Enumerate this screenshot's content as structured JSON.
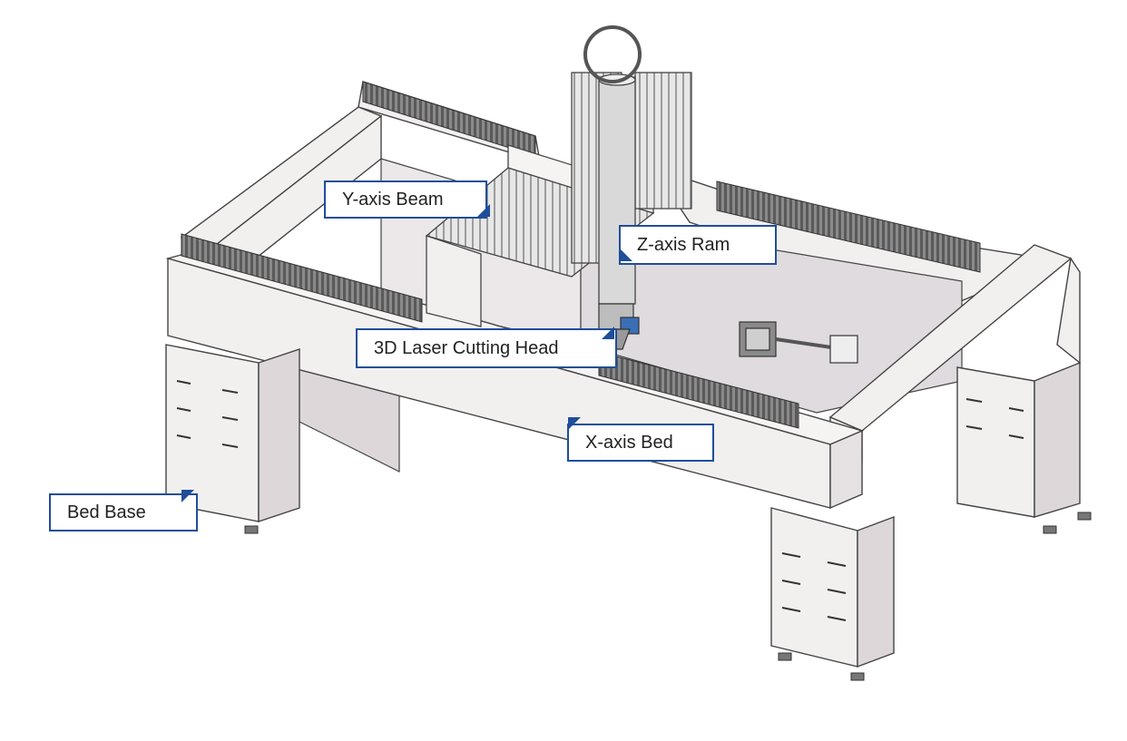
{
  "labels": {
    "y_axis_beam": "Y-axis Beam",
    "z_axis_ram": "Z-axis Ram",
    "laser_head": "3D Laser Cutting Head",
    "x_axis_bed": "X-axis Bed",
    "bed_base": "Bed Base"
  },
  "colors": {
    "callout_border": "#1f4e9a",
    "callout_pointer": "#1f4e9a",
    "machine_fill": "#f2efef",
    "machine_shadow": "#d8d3d6",
    "rack_dark": "#6e6e6e",
    "outline": "#444444"
  }
}
